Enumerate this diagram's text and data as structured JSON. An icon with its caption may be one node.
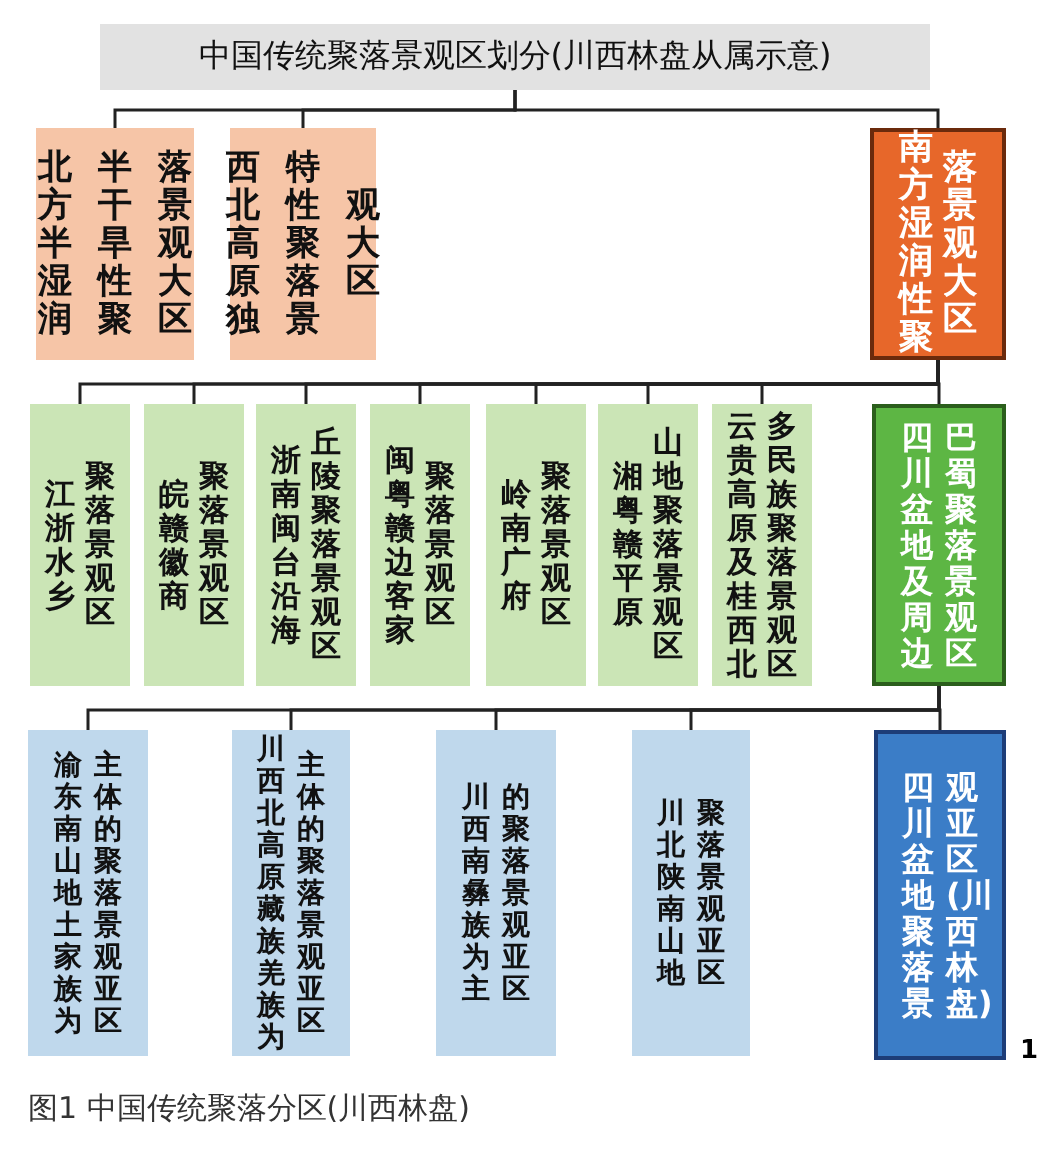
{
  "diagram": {
    "caption": "图1 中国传统聚落分区(川西林盘)",
    "nodes": [
      {
        "text": [
          "中国传统聚落景观区划分(川西林盘从属示意)"
        ]
      },
      {
        "text": [
          "北方半湿润",
          "半干旱性聚",
          "落景观大区"
        ]
      },
      {
        "text": [
          "西北高原独",
          "特性聚落景",
          "观大区"
        ]
      },
      {
        "text": [
          "南方湿润性聚",
          "落景观大区"
        ]
      },
      {
        "text": [
          "江浙水乡",
          "聚落景观区"
        ]
      },
      {
        "text": [
          "皖赣徽商",
          "聚落景观区"
        ]
      },
      {
        "text": [
          "浙南闽台沿海",
          "丘陵聚落景观区"
        ]
      },
      {
        "text": [
          "闽粤赣边客家",
          "聚落景观区"
        ]
      },
      {
        "text": [
          "岭南广府",
          "聚落景观区"
        ]
      },
      {
        "text": [
          "湘粤赣平原",
          "山地聚落景观区"
        ]
      },
      {
        "text": [
          "云贵高原及桂西北",
          "多民族聚落景观区"
        ]
      },
      {
        "text": [
          "四川盆地及周边",
          "巴蜀聚落景观区"
        ]
      },
      {
        "text": [
          "渝东南山地土家族为",
          "主体的聚落景观亚区"
        ]
      },
      {
        "text": [
          "川西北高原藏族羌族为",
          "主体的聚落景观亚区"
        ]
      },
      {
        "text": [
          "川西南彝族为主",
          "的聚落景观亚区"
        ]
      },
      {
        "text": [
          "川北陕南山地",
          "聚落景观亚区"
        ]
      },
      {
        "text": [
          "四川盆地聚落景",
          "观亚区(川西林盘)"
        ]
      }
    ],
    "edges": [
      {
        "from": 0,
        "to": 1,
        "arrow": "none"
      },
      {
        "from": 0,
        "to": 2,
        "arrow": "none"
      },
      {
        "from": 0,
        "to": 3,
        "arrow": "none"
      },
      {
        "from": 3,
        "to": 4,
        "arrow": "none"
      },
      {
        "from": 3,
        "to": 5,
        "arrow": "none"
      },
      {
        "from": 3,
        "to": 6,
        "arrow": "none"
      },
      {
        "from": 3,
        "to": 7,
        "arrow": "none"
      },
      {
        "from": 3,
        "to": 8,
        "arrow": "none"
      },
      {
        "from": 3,
        "to": 9,
        "arrow": "none"
      },
      {
        "from": 3,
        "to": 10,
        "arrow": "none"
      },
      {
        "from": 3,
        "to": 11,
        "arrow": "none"
      },
      {
        "from": 11,
        "to": 12,
        "arrow": "none"
      },
      {
        "from": 11,
        "to": 13,
        "arrow": "none"
      },
      {
        "from": 11,
        "to": 14,
        "arrow": "none"
      },
      {
        "from": 11,
        "to": 15,
        "arrow": "none"
      },
      {
        "from": 11,
        "to": 16,
        "arrow": "none"
      }
    ],
    "labels": [
      "1"
    ]
  }
}
